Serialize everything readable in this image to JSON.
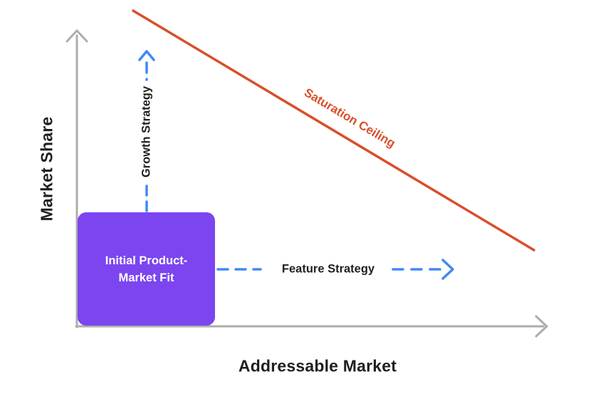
{
  "diagram": {
    "axes": {
      "y_label": "Market Share",
      "x_label": "Addressable Market"
    },
    "box": {
      "line1": "Initial Product-",
      "line2": "Market Fit"
    },
    "arrows": {
      "growth_label": "Growth Strategy",
      "feature_label": "Feature Strategy"
    },
    "ceiling": {
      "label": "Saturation Ceiling"
    },
    "colors": {
      "box_purple": "#7C45F0",
      "box_text": "#FFFFFF",
      "arrow_blue": "#4189F5",
      "ceiling_red": "#D94E2A",
      "axis_gray": "#ACACAC",
      "text_dark": "#1F1F1F"
    }
  }
}
